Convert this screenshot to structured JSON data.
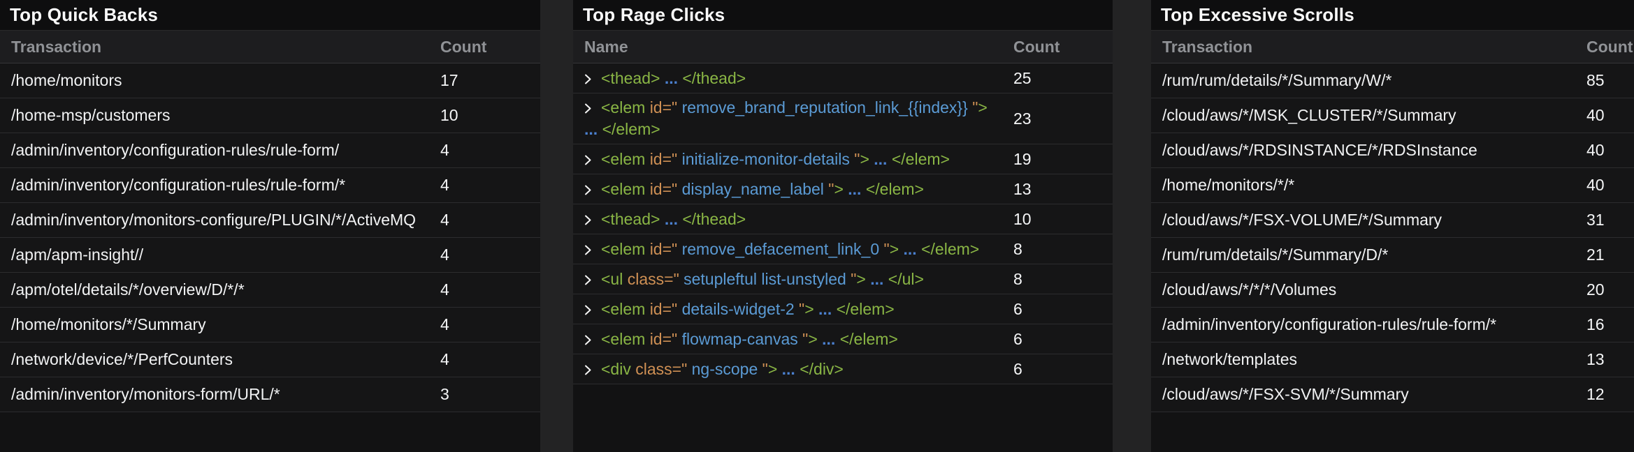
{
  "colors": {
    "tag-green": "#8ab645",
    "attr-orange": "#cf9054",
    "value-blue": "#5b9bd5",
    "dots-blue": "#4b80cf",
    "count-white": "#f5f6f7",
    "header-gray": "#909296"
  },
  "icons": {
    "row_expander": "chevron-right-icon"
  },
  "panels": [
    {
      "title": "Top Quick Backs",
      "type": "plain",
      "columns": [
        "Transaction",
        "Count"
      ],
      "rows": [
        {
          "name": "/home/monitors",
          "count": "17"
        },
        {
          "name": "/home-msp/customers",
          "count": "10"
        },
        {
          "name": "/admin/inventory/configuration-rules/rule-form/",
          "count": "4"
        },
        {
          "name": "/admin/inventory/configuration-rules/rule-form/*",
          "count": "4"
        },
        {
          "name": "/admin/inventory/monitors-configure/PLUGIN/*/ActiveMQ",
          "count": "4"
        },
        {
          "name": "/apm/apm-insight//",
          "count": "4"
        },
        {
          "name": "/apm/otel/details/*/overview/D/*/*",
          "count": "4"
        },
        {
          "name": "/home/monitors/*/Summary",
          "count": "4"
        },
        {
          "name": "/network/device/*/PerfCounters",
          "count": "4"
        },
        {
          "name": "/admin/inventory/monitors-form/URL/*",
          "count": "3"
        }
      ]
    },
    {
      "title": "Top Rage Clicks",
      "type": "code",
      "columns": [
        "Name",
        "Count"
      ],
      "rows": [
        {
          "count": "25",
          "parts": [
            [
              "tag",
              "<thead> "
            ],
            [
              "dots",
              "... "
            ],
            [
              "tag",
              "</thead>"
            ]
          ]
        },
        {
          "count": "23",
          "parts": [
            [
              "tag",
              "<elem "
            ],
            [
              "attr",
              "id=\" "
            ],
            [
              "val",
              "remove_brand_reputation_link_{{index}} "
            ],
            [
              "attr",
              "\""
            ],
            [
              "tag",
              "> "
            ],
            [
              "dots",
              "... "
            ],
            [
              "tag",
              "</elem>"
            ]
          ]
        },
        {
          "count": "19",
          "parts": [
            [
              "tag",
              "<elem "
            ],
            [
              "attr",
              "id=\" "
            ],
            [
              "val",
              "initialize-monitor-details "
            ],
            [
              "attr",
              "\""
            ],
            [
              "tag",
              "> "
            ],
            [
              "dots",
              "... "
            ],
            [
              "tag",
              "</elem>"
            ]
          ]
        },
        {
          "count": "13",
          "parts": [
            [
              "tag",
              "<elem "
            ],
            [
              "attr",
              "id=\" "
            ],
            [
              "val",
              "display_name_label "
            ],
            [
              "attr",
              "\""
            ],
            [
              "tag",
              "> "
            ],
            [
              "dots",
              "... "
            ],
            [
              "tag",
              "</elem>"
            ]
          ]
        },
        {
          "count": "10",
          "parts": [
            [
              "tag",
              "<thead> "
            ],
            [
              "dots",
              "... "
            ],
            [
              "tag",
              "</thead>"
            ]
          ]
        },
        {
          "count": "8",
          "parts": [
            [
              "tag",
              "<elem "
            ],
            [
              "attr",
              "id=\" "
            ],
            [
              "val",
              "remove_defacement_link_0 "
            ],
            [
              "attr",
              "\""
            ],
            [
              "tag",
              "> "
            ],
            [
              "dots",
              "... "
            ],
            [
              "tag",
              "</elem>"
            ]
          ]
        },
        {
          "count": "8",
          "parts": [
            [
              "tag",
              "<ul "
            ],
            [
              "attr",
              "class=\" "
            ],
            [
              "val",
              "setupleftul list-unstyled "
            ],
            [
              "attr",
              "\""
            ],
            [
              "tag",
              "> "
            ],
            [
              "dots",
              "... "
            ],
            [
              "tag",
              "</ul>"
            ]
          ]
        },
        {
          "count": "6",
          "parts": [
            [
              "tag",
              "<elem "
            ],
            [
              "attr",
              "id=\" "
            ],
            [
              "val",
              "details-widget-2 "
            ],
            [
              "attr",
              "\""
            ],
            [
              "tag",
              "> "
            ],
            [
              "dots",
              "... "
            ],
            [
              "tag",
              "</elem>"
            ]
          ]
        },
        {
          "count": "6",
          "parts": [
            [
              "tag",
              "<elem "
            ],
            [
              "attr",
              "id=\" "
            ],
            [
              "val",
              "flowmap-canvas "
            ],
            [
              "attr",
              "\""
            ],
            [
              "tag",
              "> "
            ],
            [
              "dots",
              "... "
            ],
            [
              "tag",
              "</elem>"
            ]
          ]
        },
        {
          "count": "6",
          "parts": [
            [
              "tag",
              "<div "
            ],
            [
              "attr",
              "class=\" "
            ],
            [
              "val",
              "ng-scope "
            ],
            [
              "attr",
              "\""
            ],
            [
              "tag",
              "> "
            ],
            [
              "dots",
              "... "
            ],
            [
              "tag",
              "</div>"
            ]
          ]
        }
      ]
    },
    {
      "title": "Top Excessive Scrolls",
      "type": "plain",
      "columns": [
        "Transaction",
        "Count"
      ],
      "rows": [
        {
          "name": "/rum/rum/details/*/Summary/W/*",
          "count": "85"
        },
        {
          "name": "/cloud/aws/*/MSK_CLUSTER/*/Summary",
          "count": "40"
        },
        {
          "name": "/cloud/aws/*/RDSINSTANCE/*/RDSInstance",
          "count": "40"
        },
        {
          "name": "/home/monitors/*/*",
          "count": "40"
        },
        {
          "name": "/cloud/aws/*/FSX-VOLUME/*/Summary",
          "count": "31"
        },
        {
          "name": "/rum/rum/details/*/Summary/D/*",
          "count": "21"
        },
        {
          "name": "/cloud/aws/*/*/*/Volumes",
          "count": "20"
        },
        {
          "name": "/admin/inventory/configuration-rules/rule-form/*",
          "count": "16"
        },
        {
          "name": "/network/templates",
          "count": "13"
        },
        {
          "name": "/cloud/aws/*/FSX-SVM/*/Summary",
          "count": "12"
        }
      ]
    }
  ]
}
